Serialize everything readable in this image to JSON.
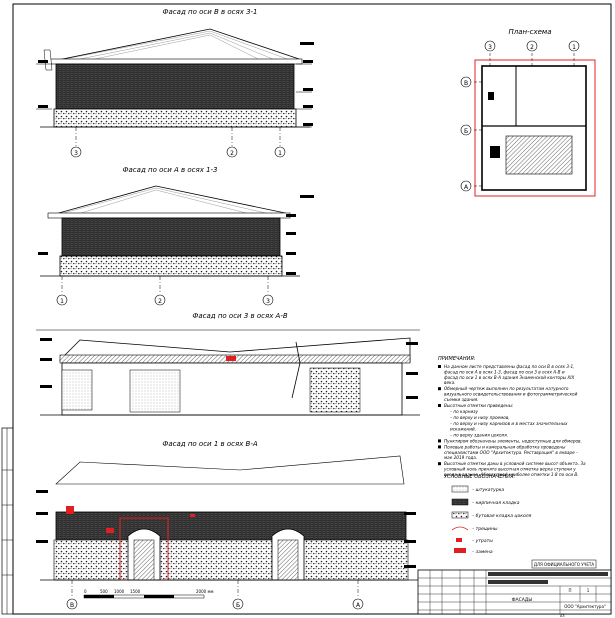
{
  "titles": {
    "facade1": "Фасад по оси В в осях 3-1",
    "facade2": "Фасад по оси А в осях 1-3",
    "facade3": "Фасад по оси 3 в осях А-В",
    "facade4": "Фасад по оси 1 в осях В-А",
    "plan": "План-схема"
  },
  "axes": {
    "facade1": [
      "3",
      "2",
      "1"
    ],
    "facade2": [
      "1",
      "2",
      "3"
    ],
    "facade4": [
      "В",
      "Б",
      "А"
    ],
    "plan_top": [
      "3",
      "2",
      "1"
    ],
    "plan_left": [
      "В",
      "Б",
      "А"
    ]
  },
  "notes": {
    "heading": "ПРИМЕЧАНИЯ:",
    "items": [
      "На данном листе представлены фасад по оси В в осях 3-1, фасад по оси А в осях 1-3, фасад по оси 3 в осях А-В и фасад по оси 1 в осях В-А здания Знаменской конторы XIX века.",
      "Обмерный чертеж выполнен по результатам натурного визуального освидетельствования и фотограмметрической съемки здания.",
      "Высотные отметки приведены:",
      "– по карнизу",
      "– по верху и низу проемов,",
      "– по верху и низу карнизов и в местах значительных искажений,",
      "– по верху здания цоколя.",
      "Пунктиром обозначены элементы, недоступные для обмеров.",
      "Полевые работы и камеральная обработка проведены специалистами ООО \"Архитектура. Реставрация\" в январе – мае 2019 года.",
      "Высотные отметки даны в условной системе высот объекта. За условный ноль принята высотная отметка верха ступени у входа в здание. Абсолютной наиболее отметки 1.8 по оси В."
    ]
  },
  "legend": {
    "heading": "УСЛОВНЫЕ ОБОЗНАЧЕНИЯ:",
    "items": [
      "– штукатурка",
      "– кирпичная кладка",
      "– бутовая кладка цоколя",
      "– трещины",
      "– утраты",
      "– замена"
    ]
  },
  "titleblock": {
    "stamp": "ДЛЯ ОФИЦИАЛЬНОГО УЧЕТА",
    "object": "ФАСАДЫ",
    "stage": "П",
    "sheet": "1",
    "company": "ООО \"Архитектура\"",
    "format": "А3"
  },
  "scale_labels": [
    "0",
    "500",
    "1000",
    "1500",
    "2000 мм"
  ],
  "colors": {
    "ink": "#000000",
    "loss": "#e02020",
    "hatch": "#222222"
  }
}
